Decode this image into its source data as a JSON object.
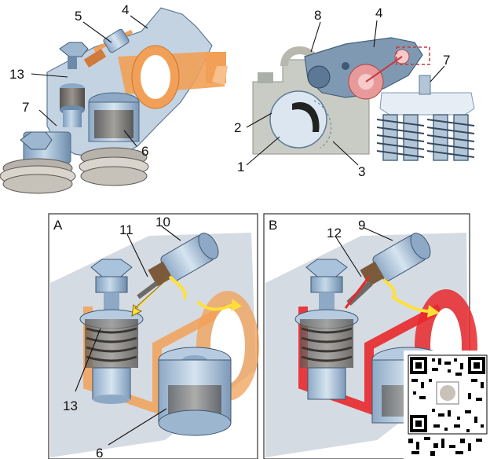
{
  "top_left_callouts": {
    "n5": "5",
    "n4": "4",
    "n13": "13",
    "n7": "7",
    "n6": "6"
  },
  "top_right_callouts": {
    "n8": "8",
    "n4": "4",
    "n7": "7",
    "n2": "2",
    "n1": "1",
    "n3": "3"
  },
  "panel_a": {
    "letter": "A",
    "n11": "11",
    "n10": "10",
    "n13": "13",
    "n6": "6"
  },
  "panel_b": {
    "letter": "B",
    "n12": "12",
    "n9": "9"
  },
  "colors": {
    "oil_low": "#f2a057",
    "oil_high": "#e8282b",
    "metal": "#a9c3dd",
    "metal_dark": "#6f8fb0",
    "panel_bg": "#d5dbe3",
    "block": "#c9ccc4",
    "spring": "#6d6a66"
  },
  "qr": {
    "icon": "qr-code-icon"
  }
}
